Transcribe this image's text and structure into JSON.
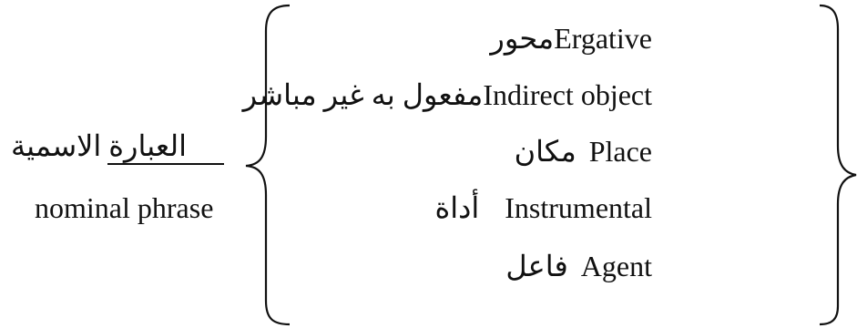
{
  "nominal_phrase": {
    "arabic_label": "العبارة الاسمية",
    "english_label": "nominal phrase"
  },
  "roles": [
    {
      "arabic": "محور",
      "english": "Ergative"
    },
    {
      "arabic": "مفعول به غير مباشر",
      "english": "Indirect object"
    },
    {
      "arabic": "مكان",
      "english": "Place"
    },
    {
      "arabic": "أداة",
      "english": "Instrumental"
    },
    {
      "arabic": "فاعل",
      "english": "Agent"
    }
  ]
}
